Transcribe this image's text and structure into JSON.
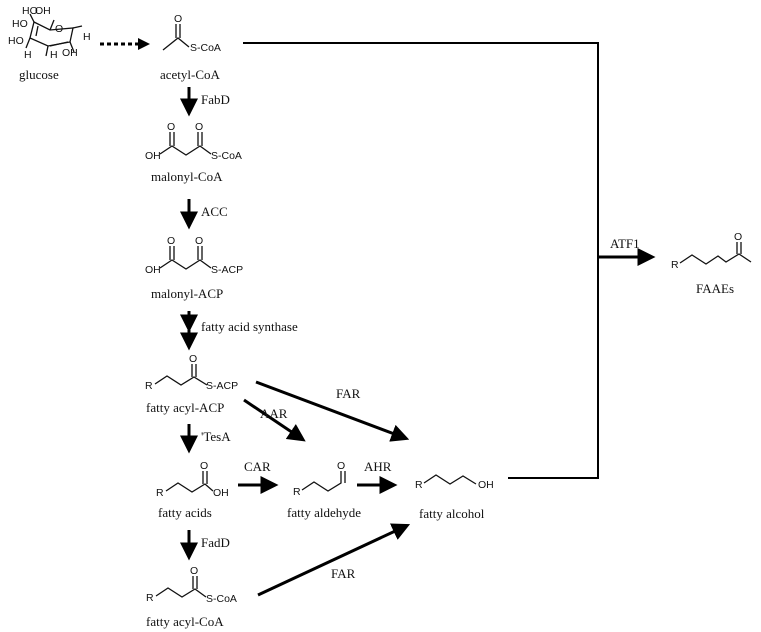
{
  "compounds": {
    "glucose": "glucose",
    "acetyl_coa": "acetyl-CoA",
    "malonyl_coa": "malonyl-CoA",
    "malonyl_acp": "malonyl-ACP",
    "fatty_acyl_acp": "fatty acyl-ACP",
    "fatty_acids": "fatty acids",
    "fatty_aldehyde": "fatty aldehyde",
    "fatty_alcohol": "fatty alcohol",
    "fatty_acyl_coa": "fatty acyl-CoA",
    "faaes": "FAAEs"
  },
  "enzymes": {
    "fabd": "FabD",
    "acc": "ACC",
    "fas": "fatty acid synthase",
    "tesa": "'TesA",
    "fadd": "FadD",
    "car": "CAR",
    "ahr": "AHR",
    "aar": "AAR",
    "far_top": "FAR",
    "far_bottom": "FAR",
    "atf1": "ATF1"
  },
  "atoms": {
    "s_coa_1": "S-CoA",
    "oh_malonyl_coa": "OH",
    "s_coa_2": "S-CoA",
    "oh_malonyl_acp": "OH",
    "s_acp_1": "S-ACP",
    "r_acyl_acp": "R",
    "s_acp_2": "S-ACP",
    "r_acids": "R",
    "oh_acids": "OH",
    "r_aldehyde": "R",
    "r_alcohol": "R",
    "oh_alcohol": "OH",
    "r_acyl_coa": "R",
    "s_coa_3": "S-CoA",
    "r_faae": "R",
    "glc_ho_1": "HO",
    "glc_oh_1": "OH",
    "glc_ho_2": "HO",
    "glc_ho_3": "HO",
    "glc_h_1": "H",
    "glc_oh_2": "OH",
    "glc_h_2": "H",
    "glc_h_3": "H",
    "o_1": "O",
    "o_2": "O",
    "o_3": "O",
    "o_4": "O",
    "o_5": "O",
    "o_6": "O",
    "o_7": "O",
    "o_8": "O",
    "o_9": "O",
    "o_10": "O",
    "o_11": "O"
  }
}
